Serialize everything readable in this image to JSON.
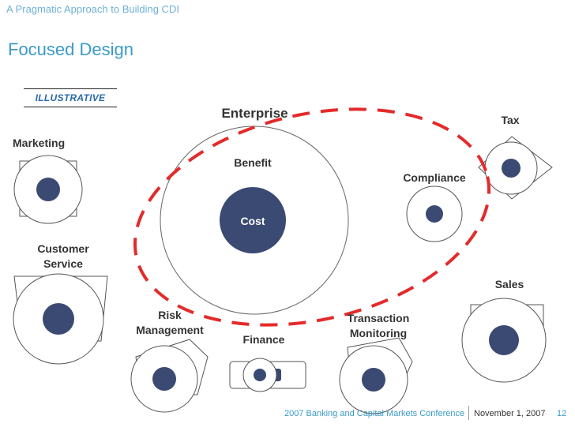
{
  "header": {
    "title": "A Pragmatic Approach to Building CDI"
  },
  "page": {
    "title": "Focused Design",
    "tag": "ILLUSTRATIVE"
  },
  "diagram": {
    "enterprise": "Enterprise",
    "benefit": "Benefit",
    "cost": "Cost",
    "marketing": "Marketing",
    "customer_service": [
      "Customer",
      "Service"
    ],
    "risk_management": [
      "Risk",
      "Management"
    ],
    "finance": "Finance",
    "transaction_monitoring": [
      "Transaction",
      "Monitoring"
    ],
    "compliance": "Compliance",
    "tax": "Tax",
    "sales": "Sales"
  },
  "colors": {
    "accent": "#3a9bc6",
    "dot": "#3b4a73",
    "dashed": "#e32b2b"
  },
  "footer": {
    "conference": "2007 Banking and Capital Markets Conference",
    "date": "November 1, 2007",
    "page_number": "12"
  }
}
